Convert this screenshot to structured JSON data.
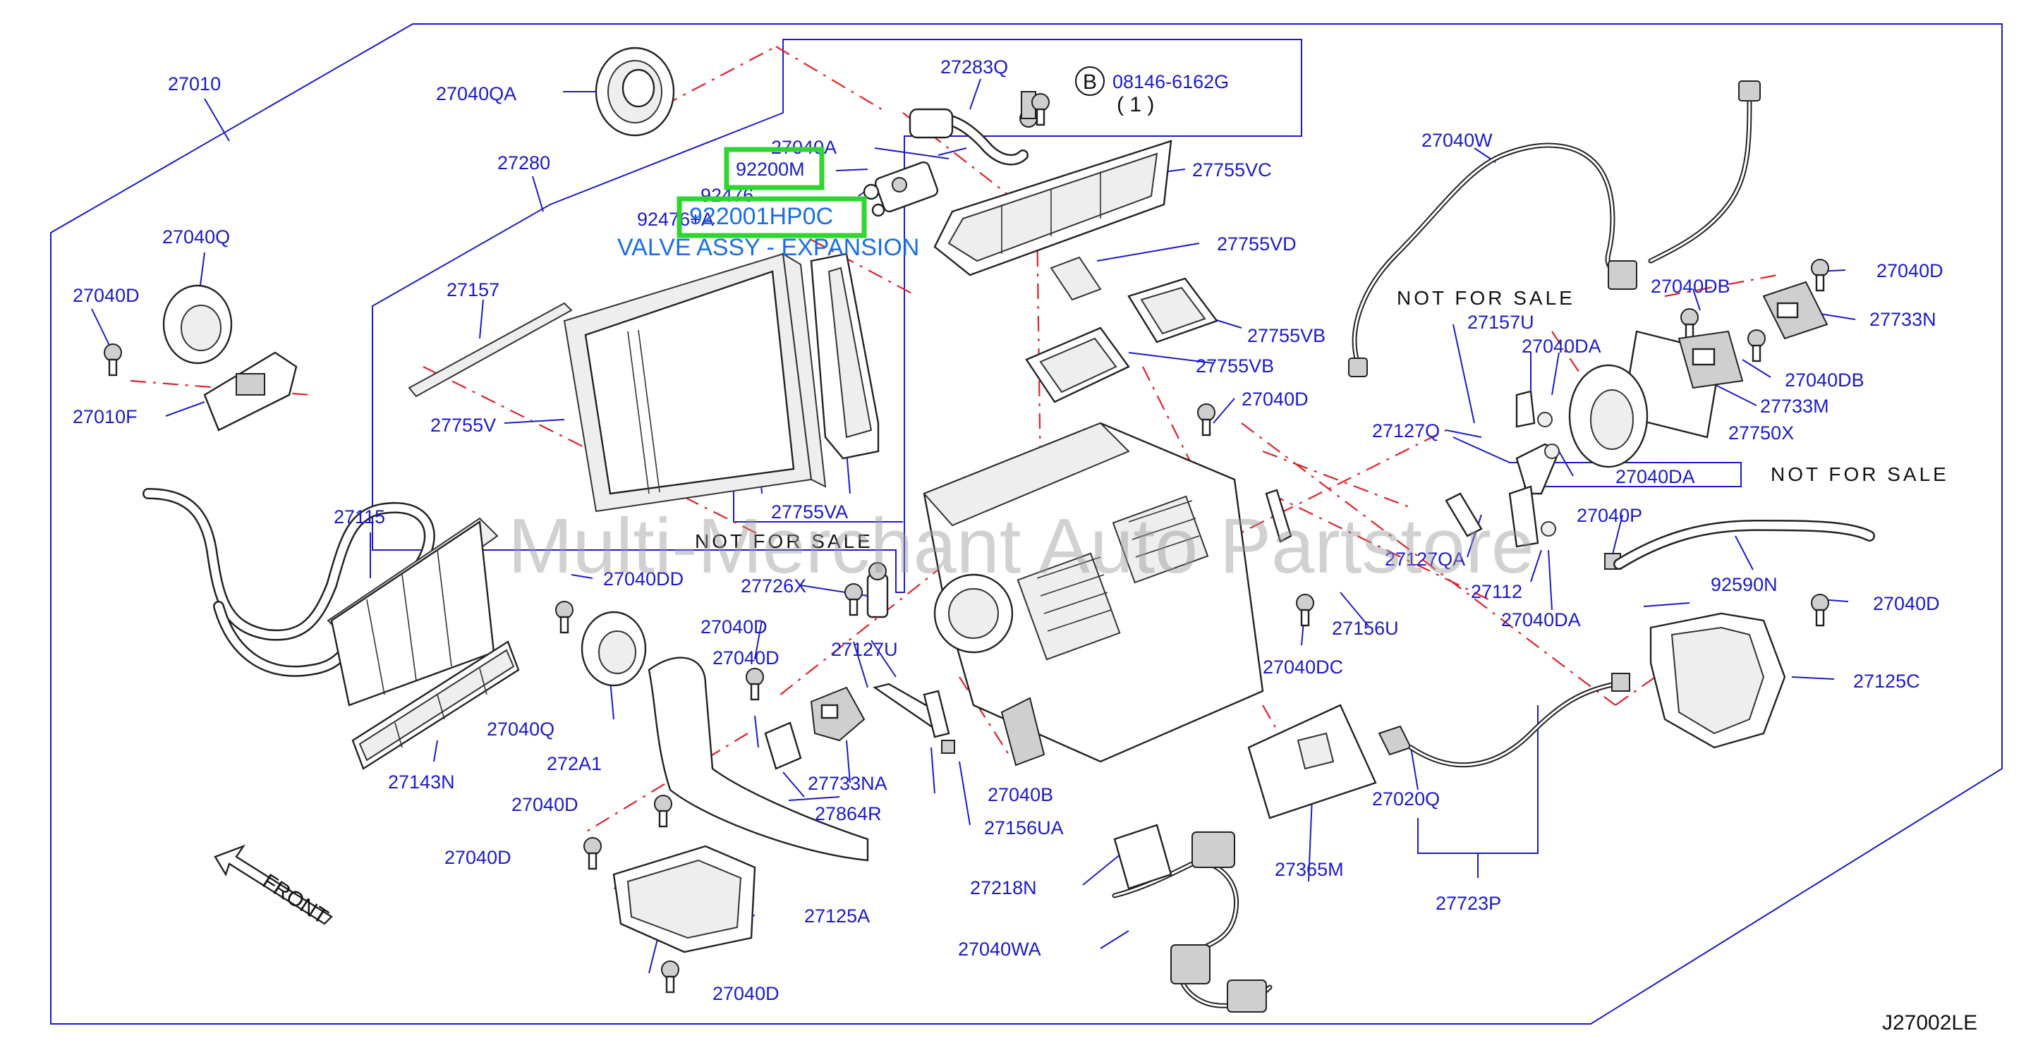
{
  "diagram": {
    "drawing_code": "J27002LE",
    "watermark": "Multi-Merchant Auto Partstore",
    "not_for_sale": "NOT  FOR  SALE",
    "highlight": {
      "part_a": "92200M",
      "part_b": "922001HP0C",
      "description": "VALVE ASSY - EXPANSION"
    },
    "bolt_circle_letter": "B",
    "bolt_number": "08146-6162G",
    "bolt_qty": "( 1 )",
    "front_label": "FRONT",
    "labels": {
      "l27010": "27010",
      "l27040QA": "27040QA",
      "l27283Q": "27283Q",
      "l27280": "27280",
      "l27040A": "27040A",
      "l92476a": "92476",
      "l92476b": "92476+A",
      "l27755VC": "27755VC",
      "l27040Q_top": "27040Q",
      "l27040D_left": "27040D",
      "l27157": "27157",
      "l27755VD": "27755VD",
      "l27755VB_a": "27755VB",
      "l27755VB_b": "27755VB",
      "l27010F": "27010F",
      "l27755V": "27755V",
      "l27040D_mid": "27040D",
      "l27755VA": "27755VA",
      "l27115": "27115",
      "l27040DD": "27040DD",
      "l27726X": "27726X",
      "l27040D_d2": "27040D",
      "l27040D_d3": "27040D",
      "l27127U": "27127U",
      "l27040Q_low": "27040Q",
      "l27143N": "27143N",
      "l272A1": "272A1",
      "l27040D_d4": "27040D",
      "l27733NA": "27733NA",
      "l27864R": "27864R",
      "l27040D_d5": "27040D",
      "l27040B": "27040B",
      "l27156UA": "27156UA",
      "l27125A": "27125A",
      "l27040D_d6": "27040D",
      "l27218N": "27218N",
      "l27040WA": "27040WA",
      "l27365M": "27365M",
      "l27040DC": "27040DC",
      "l27156U": "27156U",
      "l27040W": "27040W",
      "l27157U": "27157U",
      "l27040DA_a": "27040DA",
      "l27127Q": "27127Q",
      "l27040DA_b": "27040DA",
      "l27127QA": "27127QA",
      "l27112": "27112",
      "l27040DA_c": "27040DA",
      "l27040DB_a": "27040DB",
      "l27040D_r1": "27040D",
      "l27733N": "27733N",
      "l27040DB_b": "27040DB",
      "l27733M": "27733M",
      "l27750X": "27750X",
      "l27040P": "27040P",
      "l92590N": "92590N",
      "l27040D_r2": "27040D",
      "l27125C": "27125C",
      "l27020Q": "27020Q",
      "l27723P": "27723P"
    }
  }
}
